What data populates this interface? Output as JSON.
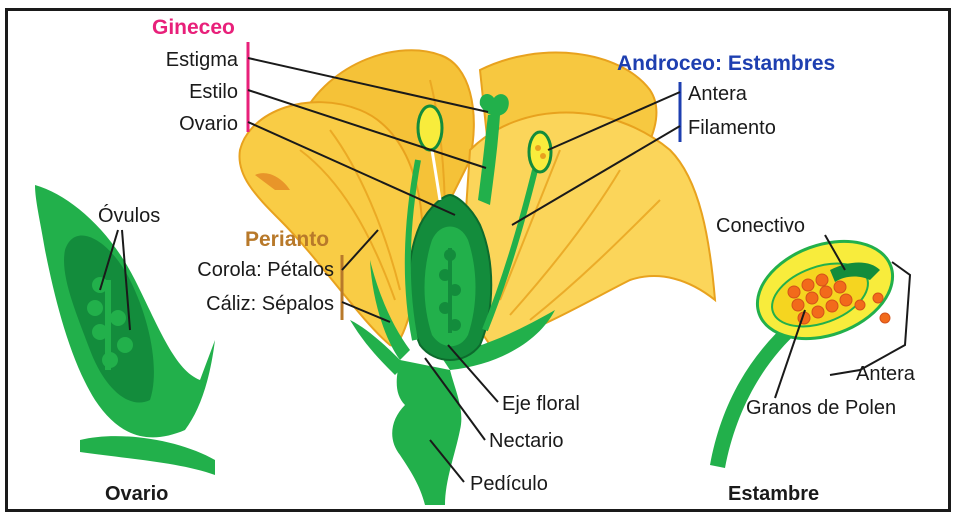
{
  "colors": {
    "petal_yellow": "#f5c238",
    "petal_light": "#fbd55a",
    "petal_dark": "#e8a21e",
    "green_dark": "#138c3c",
    "green_mid": "#22b04b",
    "green_light": "#4cc463",
    "gineceo": "#e8207a",
    "androceo": "#1e3fb0",
    "perianto": "#b8792a",
    "pollen": "#f26a1b",
    "anther_yellow": "#f8ec3c"
  },
  "groups": {
    "gineceo": "Gineceo",
    "androceo": "Androceo: Estambres",
    "perianto": "Perianto"
  },
  "labels": {
    "estigma": "Estigma",
    "estilo": "Estilo",
    "ovario": "Ovario",
    "antera": "Antera",
    "filamento": "Filamento",
    "ovulos": "Óvulos",
    "corola": "Corola: Pétalos",
    "caliz": "Cáliz: Sépalos",
    "conectivo": "Conectivo",
    "antera_detail": "Antera",
    "granos": "Granos de Polen",
    "eje_floral": "Eje floral",
    "nectario": "Nectario",
    "pediculo": "Pedículo"
  },
  "captions": {
    "ovario": "Ovario",
    "estambre": "Estambre"
  }
}
